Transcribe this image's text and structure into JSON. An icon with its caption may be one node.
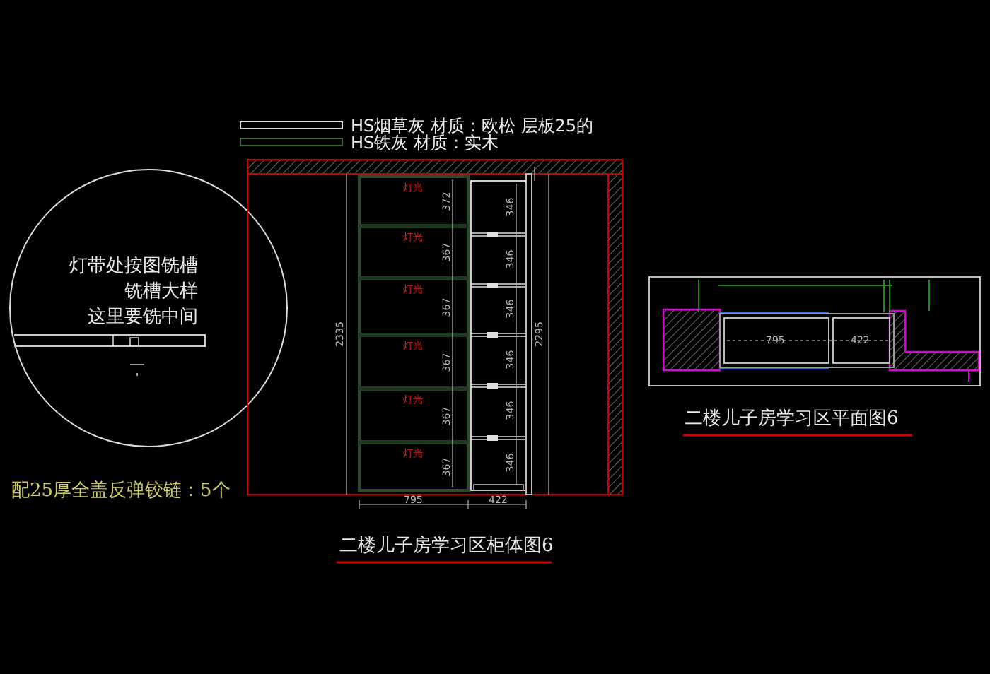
{
  "diagram": {
    "labels": [
      "灯带处按图铣槽",
      "铣槽大样",
      "这里要铣中间",
      "配25厚全盖反弹铰链：5个",
      "2335",
      "372",
      "367",
      "367",
      "367",
      "367",
      "367",
      "346",
      "346",
      "346",
      "346",
      "346",
      "346",
      "2295",
      "灯光",
      "灯光",
      "灯光",
      "灯光",
      "灯光",
      "灯光",
      "795",
      "422",
      "二楼儿子房学习区柜体图6",
      "795",
      "422",
      "二楼儿子房学习区平面图6"
    ],
    "legend": [
      {
        "text": "HS烟草灰 材质：欧松 层板25的"
      },
      {
        "text": "HS铁灰 材质：实木"
      }
    ]
  }
}
